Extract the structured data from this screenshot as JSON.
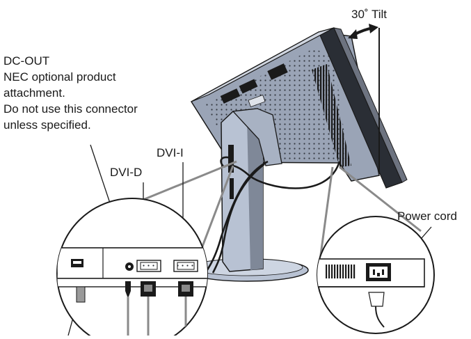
{
  "labels": {
    "dc_out_lines": [
      "DC-OUT",
      "NEC optional product",
      "attachment.",
      "Do not use this connector",
      "unless specified."
    ],
    "dvi_d": "DVI-D",
    "dvi_i": "DVI-I",
    "tilt": "30˚ Tilt",
    "power_cord": "Power cord"
  },
  "colors": {
    "outline": "#1a1a1a",
    "panel_back": "#9aa4b6",
    "panel_side": "#2a2e35",
    "stand": "#b8c2d3",
    "stand_shadow": "#7f8898",
    "leader": "#8a8a8a",
    "white": "#ffffff"
  }
}
